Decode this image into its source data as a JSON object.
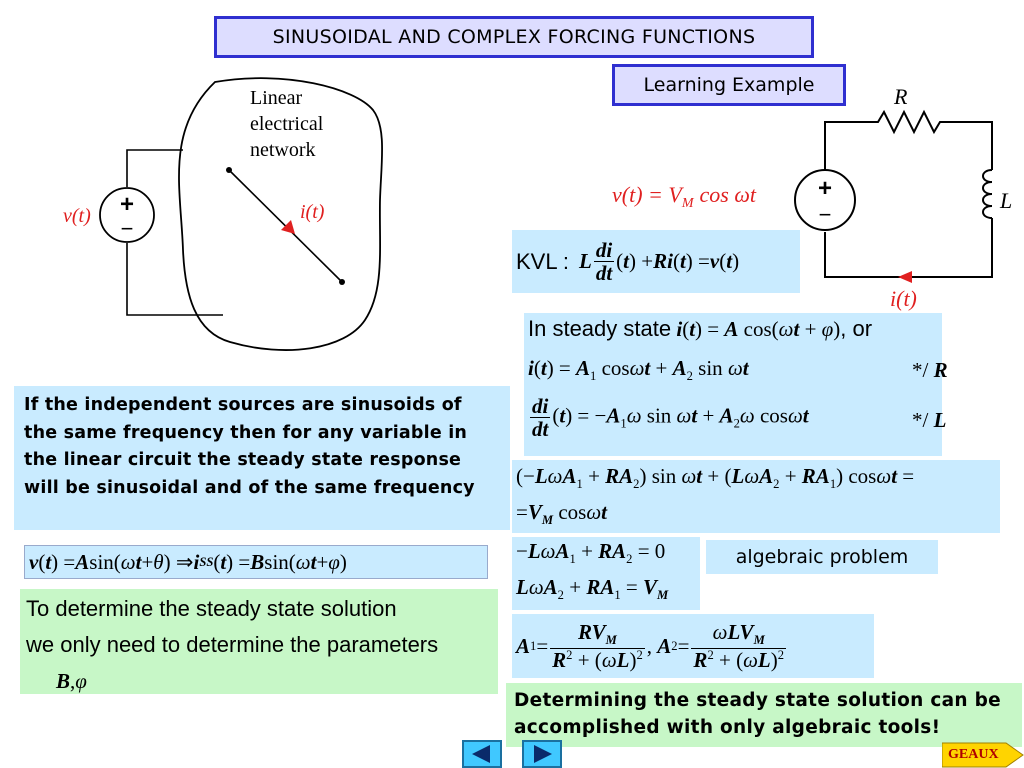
{
  "title": "SINUSOIDAL AND COMPLEX FORCING FUNCTIONS",
  "learning_example": "Learning Example",
  "network_figure": {
    "label_line1": "Linear",
    "label_line2": "electrical",
    "label_line3": "network",
    "source_label": "v(t)",
    "current_label": "i(t)",
    "plus": "+",
    "minus": "−"
  },
  "circuit_figure": {
    "resistor_label": "R",
    "inductor_label": "L",
    "source_label": "v(t) = V",
    "source_sub": "M",
    "source_tail": "cos ωt",
    "current_label": "i(t)",
    "plus": "+",
    "minus": "−"
  },
  "kvl_label": "KVL :",
  "steady_intro": "In steady state",
  "steady_or": ", or",
  "mult_r": "*/",
  "r_sym": "R",
  "mult_l": "*/",
  "l_sym": "L",
  "independent_text": "If the independent sources are sinusoids of the same frequency then for any variable in the linear circuit the steady state response will be sinusoidal and of the same frequency",
  "determine_line1": "To  determine the steady state solution",
  "determine_line2": "we only need to determine the parameters",
  "algebraic_label": "algebraic problem",
  "conclusion_text": "Determining the steady state solution can be accomplished with only algebraic tools!",
  "geaux_label": "GEAUX",
  "colors": {
    "title_border": "#2f2fd0",
    "title_bg": "#ddddff",
    "eq_bg": "#c9ebff",
    "green_bg": "#c7f7c7",
    "figure_red": "#e02020",
    "nav_button": "#40c8ff",
    "geaux_bg": "#ffd400"
  },
  "icons": {
    "prev": "left-arrow-icon",
    "next": "right-arrow-icon"
  }
}
